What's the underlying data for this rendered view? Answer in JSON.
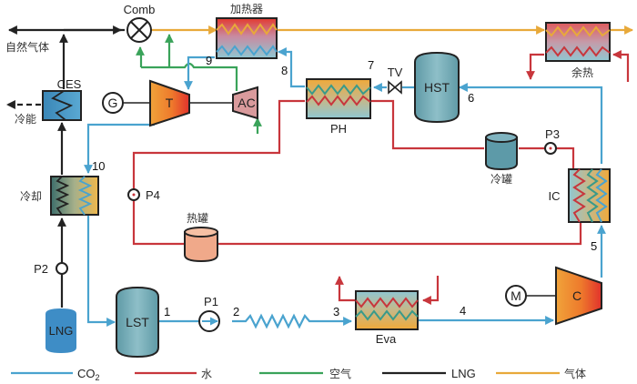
{
  "colors": {
    "co2": "#4aa3cf",
    "water": "#c8363c",
    "air": "#3aa35a",
    "lng": "#222222",
    "gas": "#e8a93a"
  },
  "components": {
    "comb": "Comb",
    "heater": "加热器",
    "waste_heat": "余热",
    "natural_gas": "自然气体",
    "ces": "CES",
    "cold_energy": "冷能",
    "generator": "G",
    "turbine": "T",
    "air_compressor": "AC",
    "preheater": "PH",
    "throttle_valve": "TV",
    "hst": "HST",
    "cold_tank": "冷罐",
    "pump3": "P3",
    "ic": "IC",
    "cooler": "冷却",
    "pump4": "P4",
    "hot_tank": "热罐",
    "pump2": "P2",
    "lng_tank": "LNG",
    "lst": "LST",
    "pump1": "P1",
    "evaporator": "Eva",
    "motor": "M",
    "compressor": "C"
  },
  "state_points": [
    "1",
    "2",
    "3",
    "4",
    "5",
    "6",
    "7",
    "8",
    "9",
    "10"
  ],
  "legend": [
    {
      "key": "co2",
      "label": "CO",
      "sub": "2"
    },
    {
      "key": "water",
      "label": "水"
    },
    {
      "key": "air",
      "label": "空气"
    },
    {
      "key": "lng",
      "label": "LNG"
    },
    {
      "key": "gas",
      "label": "气体"
    }
  ]
}
